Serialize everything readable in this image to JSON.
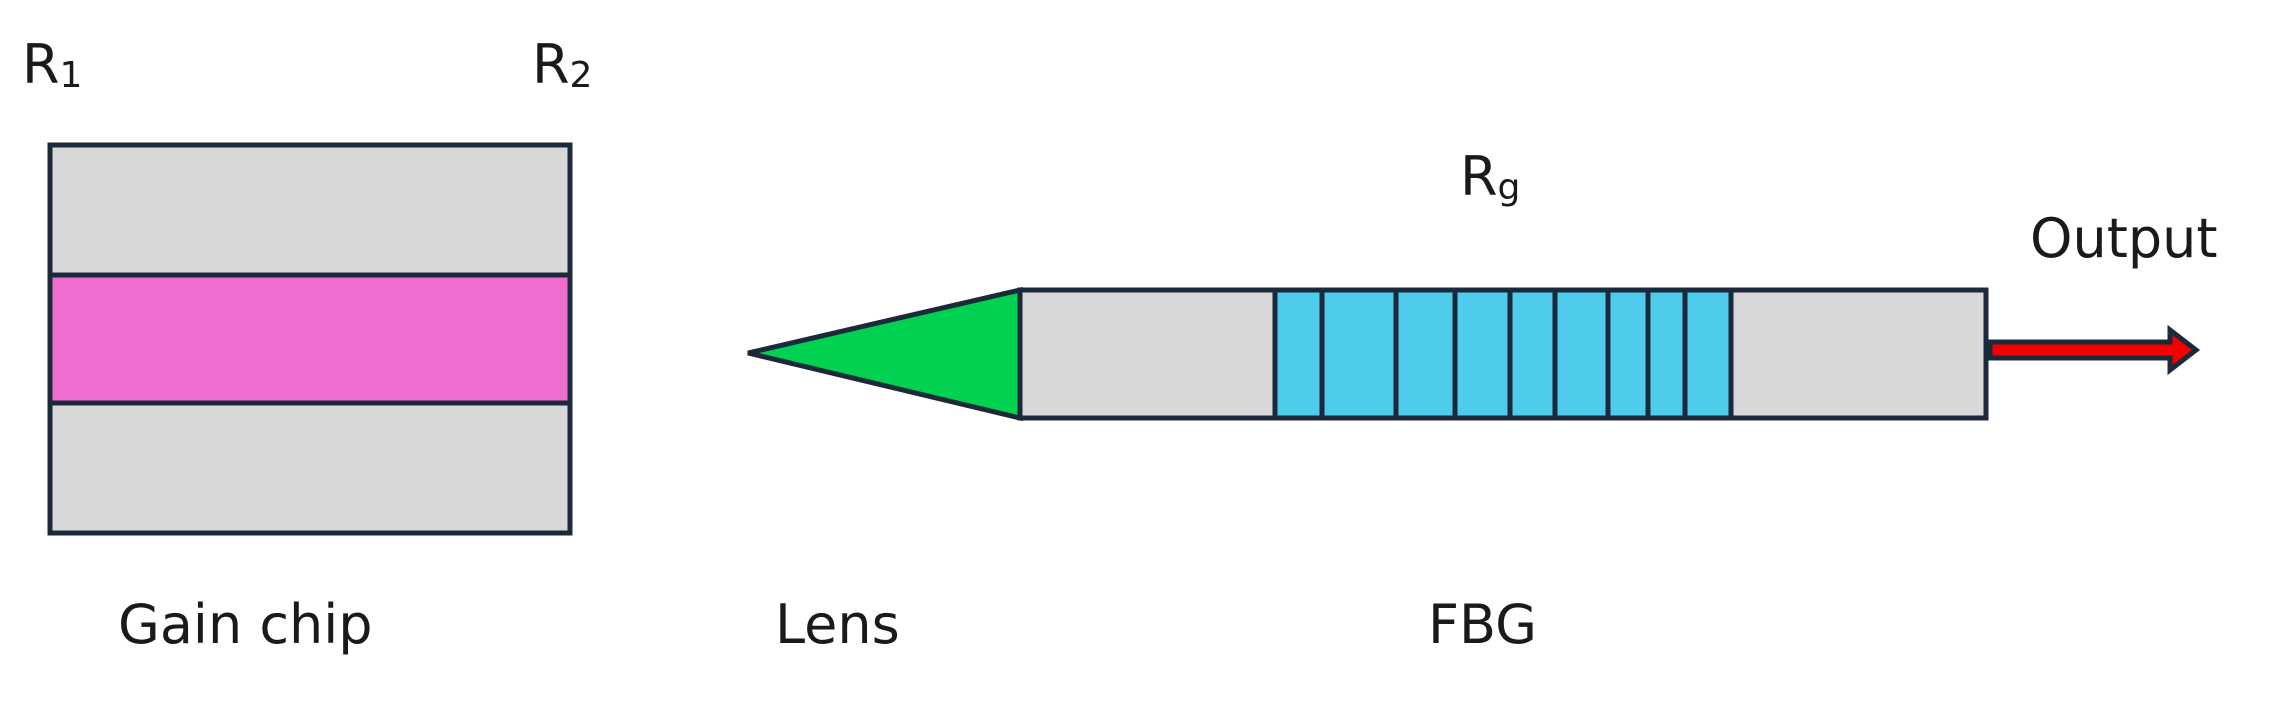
{
  "labels": {
    "r1": {
      "main": "R",
      "sub": "1"
    },
    "r2": {
      "main": "R",
      "sub": "2"
    },
    "rg": {
      "main": "R",
      "sub": "g"
    },
    "output": "Output",
    "gain_chip": "Gain chip",
    "lens": "Lens",
    "fbg": "FBG"
  },
  "colors": {
    "outline": "#1b2a3a",
    "gray": "#d8d8d8",
    "magenta": "#f06dcf",
    "green": "#00d150",
    "cyan": "#4fcbeb",
    "red": "#f50000"
  }
}
